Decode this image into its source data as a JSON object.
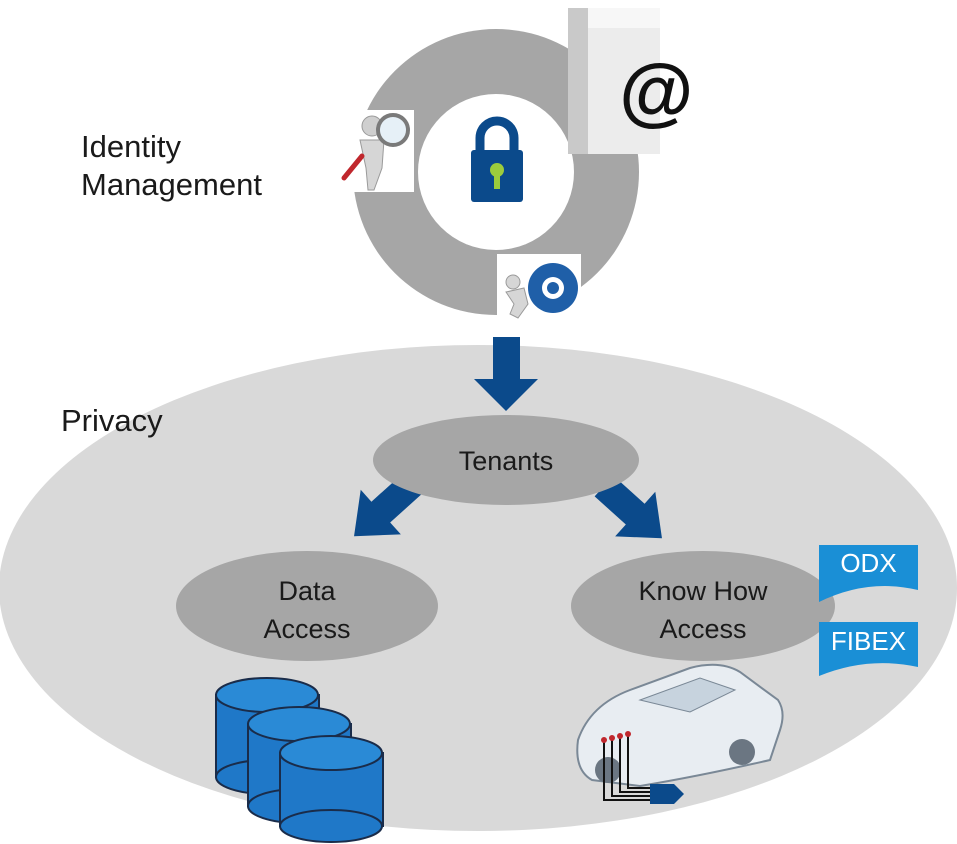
{
  "title": {
    "line1": "Identity",
    "line2": "Management"
  },
  "privacy_label": "Privacy",
  "nodes": {
    "tenants": "Tenants",
    "data_access": {
      "line1": "Data",
      "line2": "Access"
    },
    "know_how_access": {
      "line1": "Know How",
      "line2": "Access"
    }
  },
  "badges": {
    "odx": "ODX",
    "fibex": "FIBEX"
  },
  "icons": [
    "lock-icon",
    "magnifier-person-icon",
    "email-at-icon",
    "gear-person-icon",
    "database-icon",
    "car-icon"
  ],
  "colors": {
    "ring": "#a6a6a6",
    "privacy_ellipse": "#d9d9d9",
    "node_ellipse": "#a6a6a6",
    "arrow": "#0b4a8b",
    "lock": "#0b4a8b",
    "badge": "#1a8fd6",
    "database": "#1f78c8"
  }
}
